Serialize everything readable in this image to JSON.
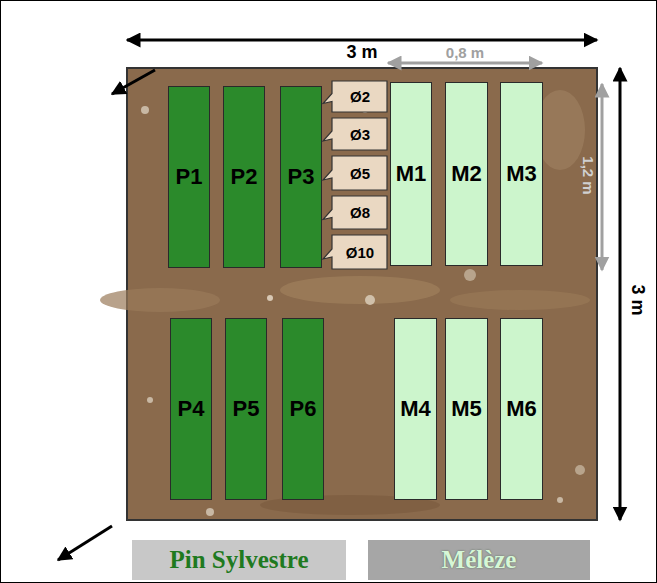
{
  "diagram": {
    "nodes": [
      {
        "text": [
          "P1"
        ]
      },
      {
        "text": [
          "P2"
        ]
      },
      {
        "text": [
          "P3"
        ]
      },
      {
        "text": [
          "Ø2"
        ]
      },
      {
        "text": [
          "Ø3"
        ]
      },
      {
        "text": [
          "Ø5"
        ]
      },
      {
        "text": [
          "Ø8"
        ]
      },
      {
        "text": [
          "Ø10"
        ]
      },
      {
        "text": [
          "M1"
        ]
      },
      {
        "text": [
          "M2"
        ]
      },
      {
        "text": [
          "M3"
        ]
      },
      {
        "text": [
          "P4"
        ]
      },
      {
        "text": [
          "P5"
        ]
      },
      {
        "text": [
          "P6"
        ]
      },
      {
        "text": [
          "M4"
        ]
      },
      {
        "text": [
          "M5"
        ]
      },
      {
        "text": [
          "M6"
        ]
      }
    ],
    "labels": [
      "3 m",
      "0,8 m",
      "1,2 m",
      "3 m"
    ],
    "legend": [
      {
        "text": "Pin Sylvestre",
        "color": "#1f7a1f"
      },
      {
        "text": "Mélèze",
        "color": "#d6f7d6"
      }
    ]
  }
}
